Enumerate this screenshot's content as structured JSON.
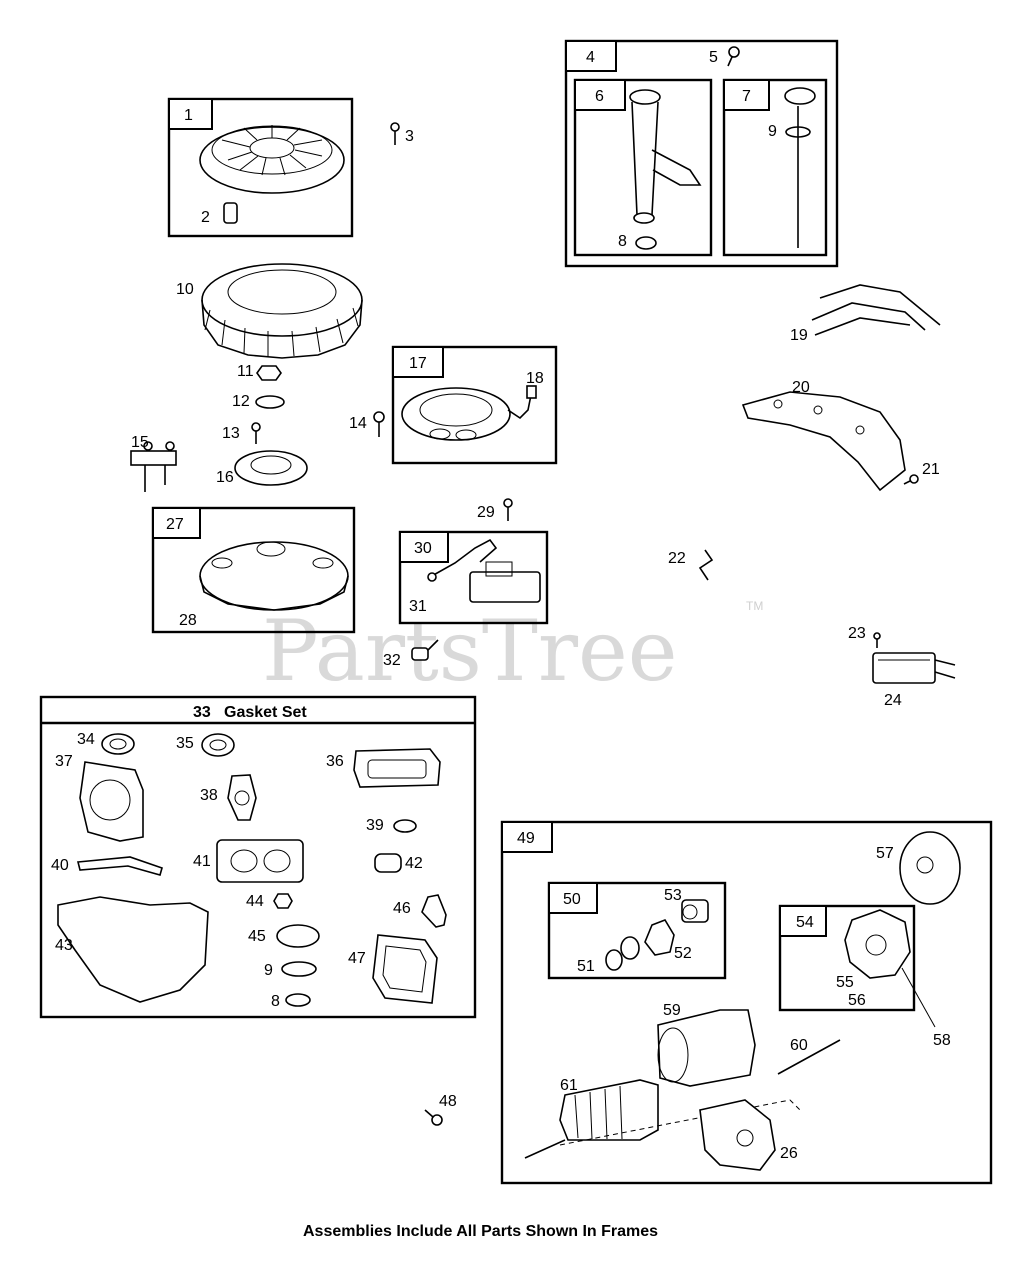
{
  "watermark": {
    "text": "PartsTree",
    "tm": "TM"
  },
  "frames": {
    "f1": "1",
    "f4": "4",
    "f6": "6",
    "f7": "7",
    "f17": "17",
    "f27": "27",
    "f30": "30",
    "f33": "33",
    "f33_title": "Gasket Set",
    "f49": "49",
    "f50": "50",
    "f54": "54"
  },
  "labels": {
    "p2": "2",
    "p3": "3",
    "p5": "5",
    "p8a": "8",
    "p9a": "9",
    "p10": "10",
    "p11": "11",
    "p12": "12",
    "p13": "13",
    "p14": "14",
    "p15": "15",
    "p16": "16",
    "p18": "18",
    "p19": "19",
    "p20": "20",
    "p21": "21",
    "p22": "22",
    "p23": "23",
    "p24": "24",
    "p26": "26",
    "p28": "28",
    "p29": "29",
    "p31": "31",
    "p32": "32",
    "p34": "34",
    "p35": "35",
    "p36": "36",
    "p37": "37",
    "p38": "38",
    "p39": "39",
    "p40": "40",
    "p41": "41",
    "p42": "42",
    "p43": "43",
    "p44": "44",
    "p45": "45",
    "p46": "46",
    "p47": "47",
    "p8b": "8",
    "p9b": "9",
    "p48": "48",
    "p51": "51",
    "p52": "52",
    "p53": "53",
    "p55": "55",
    "p56": "56",
    "p57": "57",
    "p58": "58",
    "p59": "59",
    "p60": "60",
    "p61": "61"
  },
  "footer": "Assemblies Include All Parts Shown In Frames"
}
